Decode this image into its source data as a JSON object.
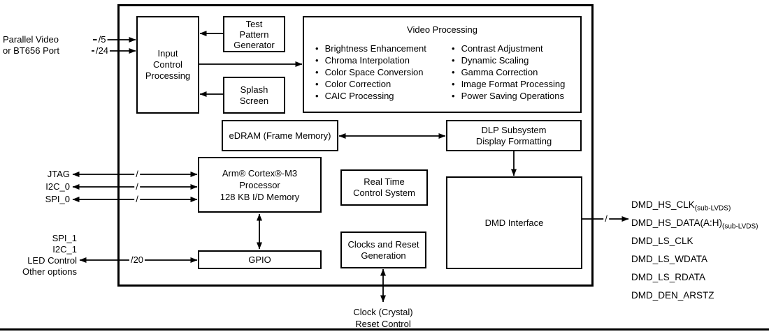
{
  "diagram": {
    "inputs_left": {
      "video_label": "Parallel Video\nor BT656 Port",
      "bus_width_5": "/5",
      "bus_width_24": "/24",
      "jtag": "JTAG",
      "i2c0": "I2C_0",
      "spi0": "SPI_0",
      "bus_slash": "/",
      "io_group": "SPI_1\nI2C_1\nLED Control\nOther options",
      "bus_width_20": "/20"
    },
    "blocks": {
      "input_control": "Input\nControl\nProcessing",
      "test_pattern_generator": "Test\nPattern\nGenerator",
      "splash_screen": "Splash\nScreen",
      "video_processing": {
        "title": "Video Processing",
        "features_left": [
          "Brightness Enhancement",
          "Chroma Interpolation",
          "Color Space Conversion",
          "Color Correction",
          "CAIC Processing"
        ],
        "features_right": [
          "Contrast Adjustment",
          "Dynamic Scaling",
          "Gamma Correction",
          "Image Format Processing",
          "Power Saving Operations"
        ]
      },
      "edram": "eDRAM (Frame Memory)",
      "dlp_subsystem": "DLP Subsystem\nDisplay Formatting",
      "arm_processor": "Arm® Cortex®-M3\nProcessor\n128 KB I/D Memory",
      "real_time_control": "Real Time\nControl System",
      "gpio": "GPIO",
      "clocks_reset": "Clocks and Reset\nGeneration",
      "dmd_interface": "DMD Interface"
    },
    "outputs_right": {
      "bus_slash": "/",
      "signals": [
        {
          "main": "DMD_HS_CLK",
          "sub": "(sub-LVDS)"
        },
        {
          "main": "DMD_HS_DATA(A:H)",
          "sub": "(sub-LVDS)"
        },
        {
          "main": "DMD_LS_CLK",
          "sub": ""
        },
        {
          "main": "DMD_LS_WDATA",
          "sub": ""
        },
        {
          "main": "DMD_LS_RDATA",
          "sub": ""
        },
        {
          "main": "DMD_DEN_ARSTZ",
          "sub": ""
        }
      ]
    },
    "bottom": {
      "clock_reset": "Clock (Crystal)\nReset Control"
    },
    "colors": {
      "ink": "#000000",
      "background": "#ffffff"
    }
  }
}
